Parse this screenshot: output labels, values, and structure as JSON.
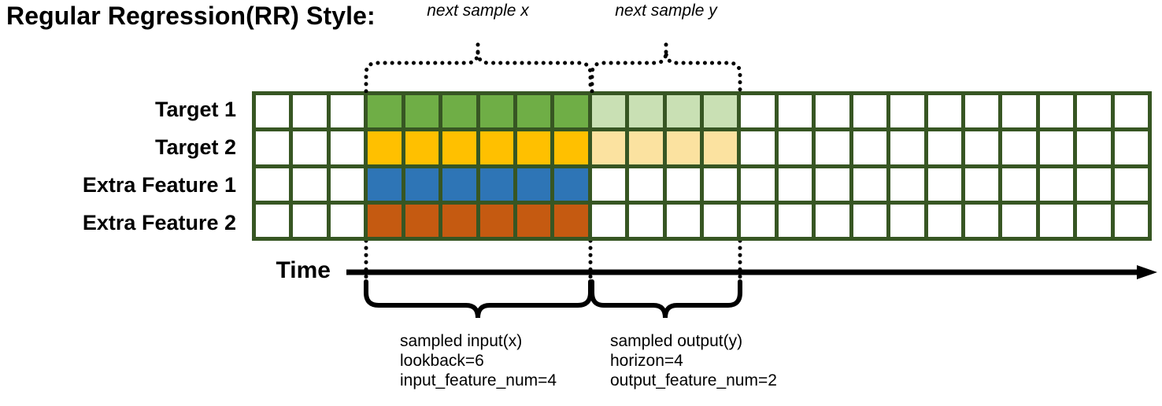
{
  "title": "Regular Regression(RR) Style:",
  "rows": [
    {
      "label": "Target 1",
      "name": "target-1"
    },
    {
      "label": "Target 2",
      "name": "target-2"
    },
    {
      "label": "Extra Feature 1",
      "name": "extra-feature-1"
    },
    {
      "label": "Extra Feature 2",
      "name": "extra-feature-2"
    }
  ],
  "grid": {
    "columns": 24,
    "row_count": 4,
    "border_color": "#375623",
    "empty_color": "#ffffff",
    "input_start_col": 4,
    "input_end_col": 9,
    "output_start_col": 10,
    "output_end_col": 13,
    "fills": [
      [
        "#ffffff",
        "#ffffff",
        "#ffffff",
        "#6FAE46",
        "#6FAE46",
        "#6FAE46",
        "#6FAE46",
        "#6FAE46",
        "#6FAE46",
        "#C9E0B4",
        "#C9E0B4",
        "#C9E0B4",
        "#C9E0B4",
        "#ffffff",
        "#ffffff",
        "#ffffff",
        "#ffffff",
        "#ffffff",
        "#ffffff",
        "#ffffff",
        "#ffffff",
        "#ffffff",
        "#ffffff",
        "#ffffff"
      ],
      [
        "#ffffff",
        "#ffffff",
        "#ffffff",
        "#FFC000",
        "#FFC000",
        "#FFC000",
        "#FFC000",
        "#FFC000",
        "#FFC000",
        "#FBE2A0",
        "#FBE2A0",
        "#FBE2A0",
        "#FBE2A0",
        "#ffffff",
        "#ffffff",
        "#ffffff",
        "#ffffff",
        "#ffffff",
        "#ffffff",
        "#ffffff",
        "#ffffff",
        "#ffffff",
        "#ffffff",
        "#ffffff"
      ],
      [
        "#ffffff",
        "#ffffff",
        "#ffffff",
        "#2E75B6",
        "#2E75B6",
        "#2E75B6",
        "#2E75B6",
        "#2E75B6",
        "#2E75B6",
        "#ffffff",
        "#ffffff",
        "#ffffff",
        "#ffffff",
        "#ffffff",
        "#ffffff",
        "#ffffff",
        "#ffffff",
        "#ffffff",
        "#ffffff",
        "#ffffff",
        "#ffffff",
        "#ffffff",
        "#ffffff",
        "#ffffff"
      ],
      [
        "#ffffff",
        "#ffffff",
        "#ffffff",
        "#C55A11",
        "#C55A11",
        "#C55A11",
        "#C55A11",
        "#C55A11",
        "#C55A11",
        "#ffffff",
        "#ffffff",
        "#ffffff",
        "#ffffff",
        "#ffffff",
        "#ffffff",
        "#ffffff",
        "#ffffff",
        "#ffffff",
        "#ffffff",
        "#ffffff",
        "#ffffff",
        "#ffffff",
        "#ffffff",
        "#ffffff"
      ]
    ]
  },
  "time_axis": {
    "label": "Time"
  },
  "top_callouts": [
    {
      "text": "next sample x",
      "name": "next-sample-x"
    },
    {
      "text": "next sample y",
      "name": "next-sample-y"
    }
  ],
  "bottom_captions": [
    {
      "name": "sampled-input",
      "line1": "sampled input(x)",
      "line2": "lookback=6",
      "line3": "input_feature_num=4"
    },
    {
      "name": "sampled-output",
      "line1": "sampled output(y)",
      "line2": "horizon=4",
      "line3": "output_feature_num=2"
    }
  ]
}
